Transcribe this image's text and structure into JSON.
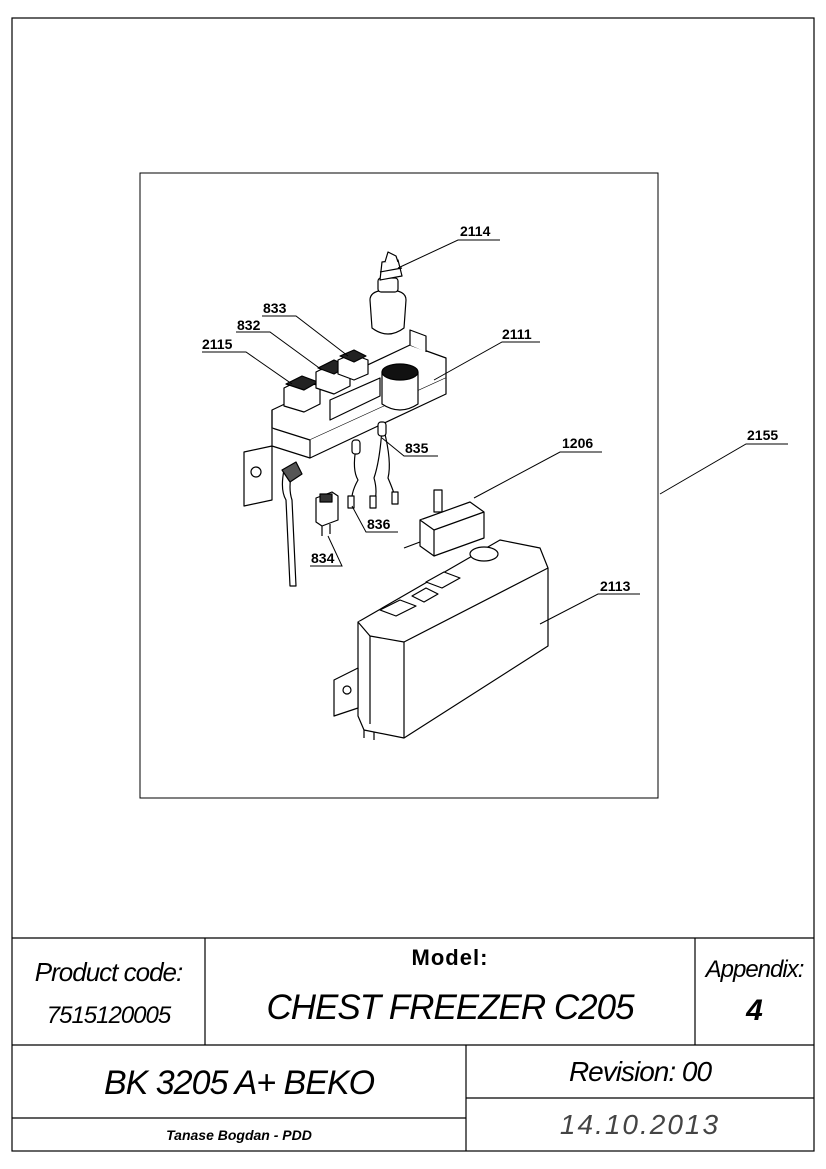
{
  "callouts": [
    "2114",
    "833",
    "832",
    "2115",
    "2111",
    "835",
    "1206",
    "2155",
    "836",
    "834",
    "2113"
  ],
  "title_block": {
    "product_code_label": "Product code:",
    "product_code": "7515120005",
    "model_label": "Model:",
    "model": "CHEST FREEZER C205",
    "appendix_label": "Appendix:",
    "appendix": "4",
    "bk_name": "BK 3205 A+ BEKO",
    "revision": "Revision: 00",
    "author": "Tanase Bogdan - PDD",
    "date": "14.10.2013"
  }
}
